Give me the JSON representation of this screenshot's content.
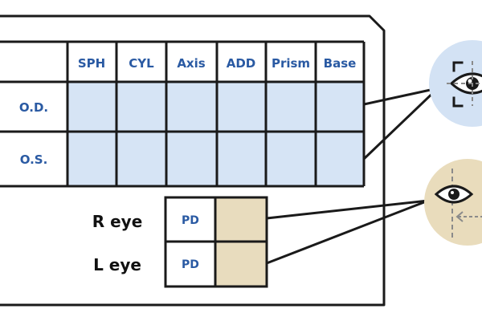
{
  "prescription": {
    "headers": [
      "SPH",
      "CYL",
      "Axis",
      "ADD",
      "Prism",
      "Base"
    ],
    "rows": [
      {
        "label": "O.D."
      },
      {
        "label": "O.S."
      }
    ]
  },
  "pupillary": {
    "rows": [
      {
        "eye_label": "R eye",
        "field_label": "PD"
      },
      {
        "eye_label": "L eye",
        "field_label": "PD"
      }
    ]
  },
  "colors": {
    "rx_cell": "#d6e4f5",
    "pd_cell": "#e8dcbe",
    "label_text": "#2a5aa3",
    "outline": "#1a1a1a",
    "scan_circle": "#d3e2f4",
    "measure_circle": "#e9dcbc"
  },
  "icons": [
    "eye-scan-icon",
    "eye-measure-icon"
  ]
}
